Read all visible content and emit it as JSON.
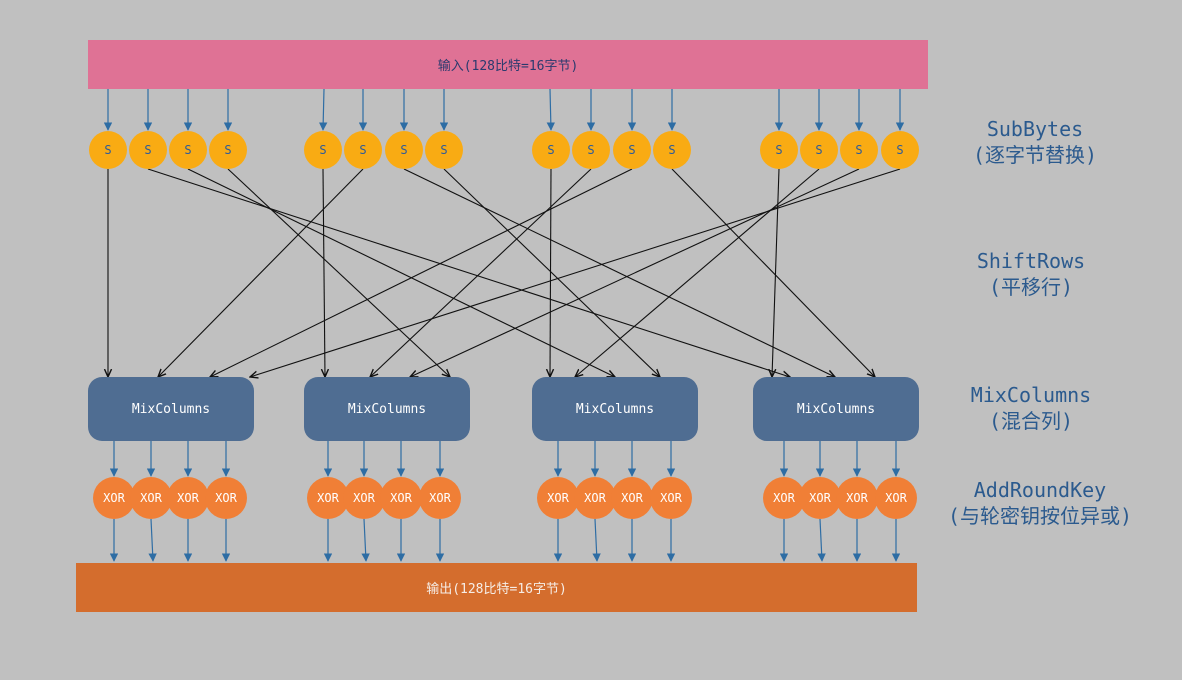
{
  "input_label": "输入(128比特=16字节)",
  "output_label": "输出(128比特=16字节)",
  "sbox_label": "S",
  "mix_label": "MixColumns",
  "xor_label": "XOR",
  "stages": [
    {
      "name": "SubBytes",
      "desc": "(逐字节替换)"
    },
    {
      "name": "ShiftRows",
      "desc": "(平移行)"
    },
    {
      "name": "MixColumns",
      "desc": "(混合列)"
    },
    {
      "name": "AddRoundKey",
      "desc": "(与轮密钥按位异或)"
    }
  ],
  "shift_rows_permutation": [
    0,
    5,
    10,
    15,
    4,
    9,
    14,
    3,
    8,
    13,
    2,
    7,
    12,
    1,
    6,
    11
  ],
  "colors": {
    "background": "#c0c0c0",
    "input_bar": "#df7295",
    "output_bar": "#d46d2d",
    "sbox": "#f9ab13",
    "mixcolumns": "#4f6d92",
    "xor": "#f07f36",
    "vertical_arrow": "#2e6da4",
    "shift_wire": "#111111",
    "stage_text": "#2b5a8e"
  }
}
